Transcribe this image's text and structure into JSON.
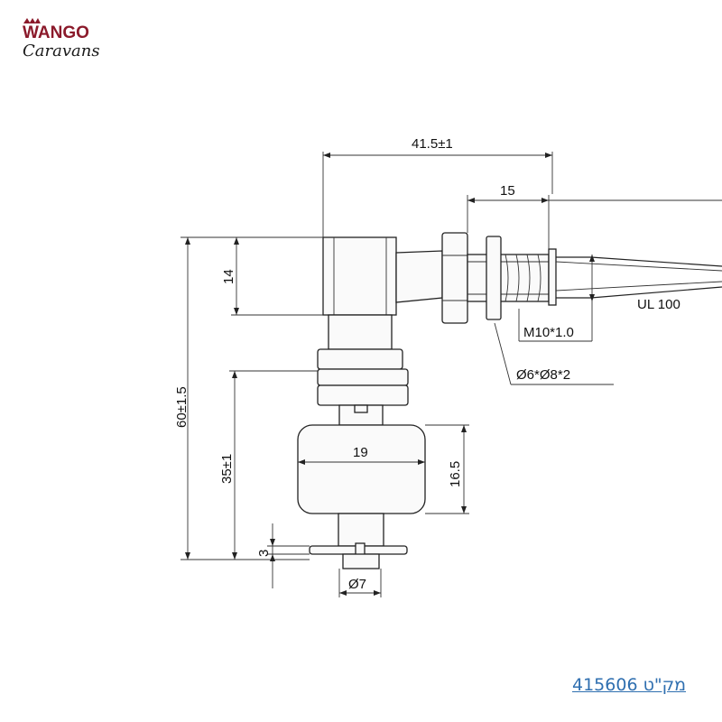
{
  "brand": {
    "line1": "WANGO",
    "line2": "Caravans",
    "color_primary": "#8b1a2b",
    "color_secondary": "#1a1a1a"
  },
  "dimensions": {
    "overall_width": "41.5±1",
    "thread_length": "15",
    "head_height": "14",
    "total_height": "60±1.5",
    "float_position": "35±1",
    "float_diameter": "19",
    "float_height": "16.5",
    "clip_thickness": "3",
    "stem_diameter": "Ø7",
    "thread_spec": "M10*1.0",
    "washer_spec": "Ø6*Ø8*2",
    "cable_spec": "UL 100"
  },
  "sku": {
    "label": "מק\"ט 415606",
    "color": "#2f6fb0"
  }
}
